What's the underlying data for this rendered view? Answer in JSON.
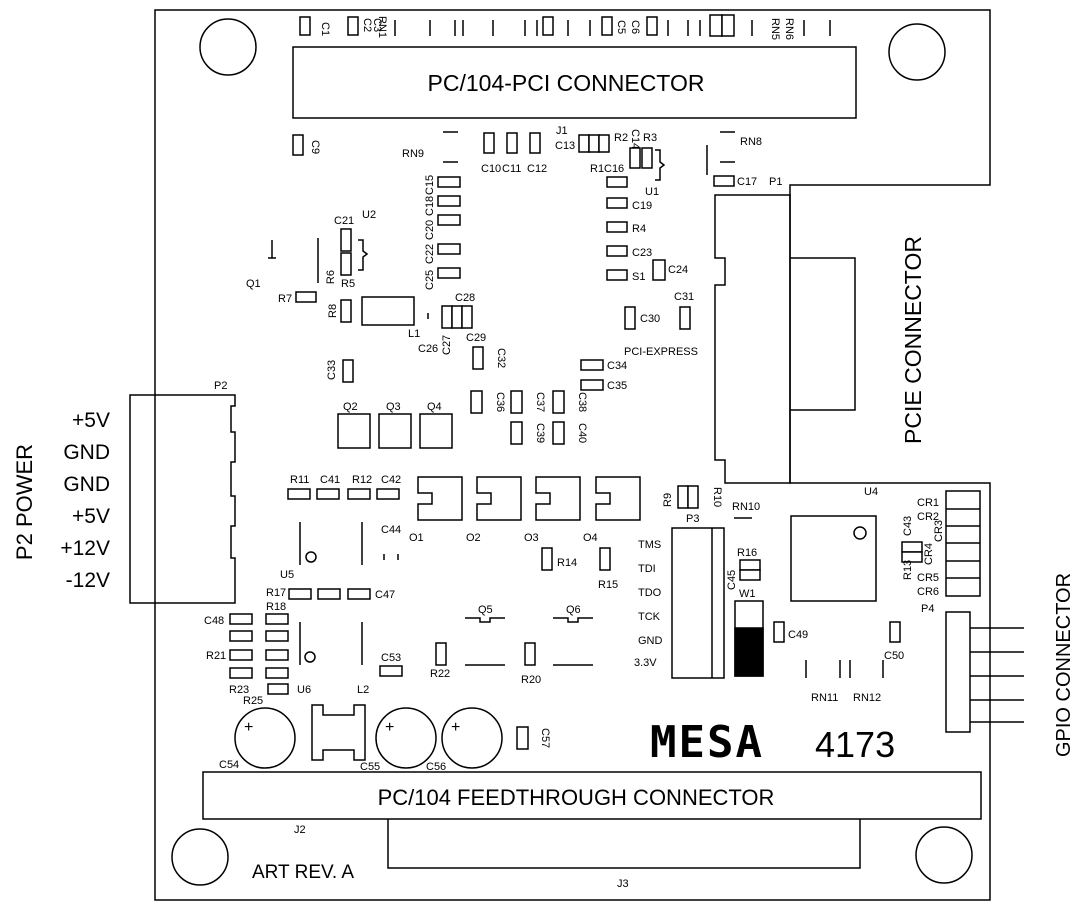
{
  "main_connectors": {
    "pc104_pci": "PC/104-PCI CONNECTOR",
    "pcie": "PCIE CONNECTOR",
    "feedthrough": "PC/104 FEEDTHROUGH CONNECTOR",
    "gpio": "GPIO CONNECTOR",
    "p2_power_title": "P2 POWER"
  },
  "p2_pins": [
    "+5V",
    "GND",
    "GND",
    "+5V",
    "+12V",
    "-12V"
  ],
  "jtag_pins": [
    "TMS",
    "TDI",
    "TDO",
    "TCK",
    "GND",
    "3.3V"
  ],
  "art_rev": "ART REV. A",
  "logo": {
    "brand": "MESA",
    "model": "4173"
  },
  "pcie_label": "PCI-EXPRESS",
  "designators": {
    "C1": "C1",
    "C2": "C2",
    "C3": "C3",
    "RN1": "RN1",
    "C5": "C5",
    "C6": "C6",
    "RN5": "RN5",
    "RN6": "RN6",
    "C9": "C9",
    "RN9": "RN9",
    "C10": "C10",
    "C11": "C11",
    "C12": "C12",
    "J1": "J1",
    "C13": "C13",
    "R2": "R2",
    "C14": "C14",
    "R3": "R3",
    "R1": "R1",
    "C16": "C16",
    "RN8": "RN8",
    "U1": "U1",
    "C17": "C17",
    "P1": "P1",
    "C15": "C15",
    "C18": "C18",
    "C20": "C20",
    "C22": "C22",
    "C25": "C25",
    "C19": "C19",
    "R4": "R4",
    "C23": "C23",
    "S1": "S1",
    "C24": "C24",
    "C21": "C21",
    "U2": "U2",
    "Q1": "Q1",
    "R6": "R6",
    "R5": "R5",
    "R7": "R7",
    "R8": "R8",
    "C28": "C28",
    "C31": "C31",
    "L1": "L1",
    "C26": "C26",
    "C27": "C27",
    "C29": "C29",
    "C30": "C30",
    "C32": "C32",
    "C33": "C33",
    "C34": "C34",
    "C35": "C35",
    "P2": "P2",
    "Q2": "Q2",
    "Q3": "Q3",
    "Q4": "Q4",
    "C36": "C36",
    "C37": "C37",
    "C38": "C38",
    "C39": "C39",
    "C40": "C40",
    "R11": "R11",
    "C41": "C41",
    "R12": "R12",
    "C42": "C42",
    "O1": "O1",
    "O2": "O2",
    "O3": "O3",
    "O4": "O4",
    "R9": "R9",
    "R10": "R10",
    "RN10": "RN10",
    "P3": "P3",
    "U4": "U4",
    "CR1": "CR1",
    "CR2": "CR2",
    "CR3": "CR3",
    "CR4": "CR4",
    "CR5": "CR5",
    "CR6": "CR6",
    "C43": "C43",
    "R13": "R13",
    "P4": "P4",
    "C44": "C44",
    "U5": "U5",
    "R14": "R14",
    "R15": "R15",
    "R16": "R16",
    "C45": "C45",
    "W1": "W1",
    "R17": "R17",
    "R18": "R18",
    "C47": "C47",
    "C48": "C48",
    "Q5": "Q5",
    "Q6": "Q6",
    "C49": "C49",
    "C50": "C50",
    "R21": "R21",
    "C53": "C53",
    "R22": "R22",
    "R20": "R20",
    "RN11": "RN11",
    "RN12": "RN12",
    "R23": "R23",
    "U6": "U6",
    "R25": "R25",
    "L2": "L2",
    "C54": "C54",
    "C55": "C55",
    "C56": "C56",
    "C57": "C57",
    "J2": "J2",
    "J3": "J3"
  }
}
